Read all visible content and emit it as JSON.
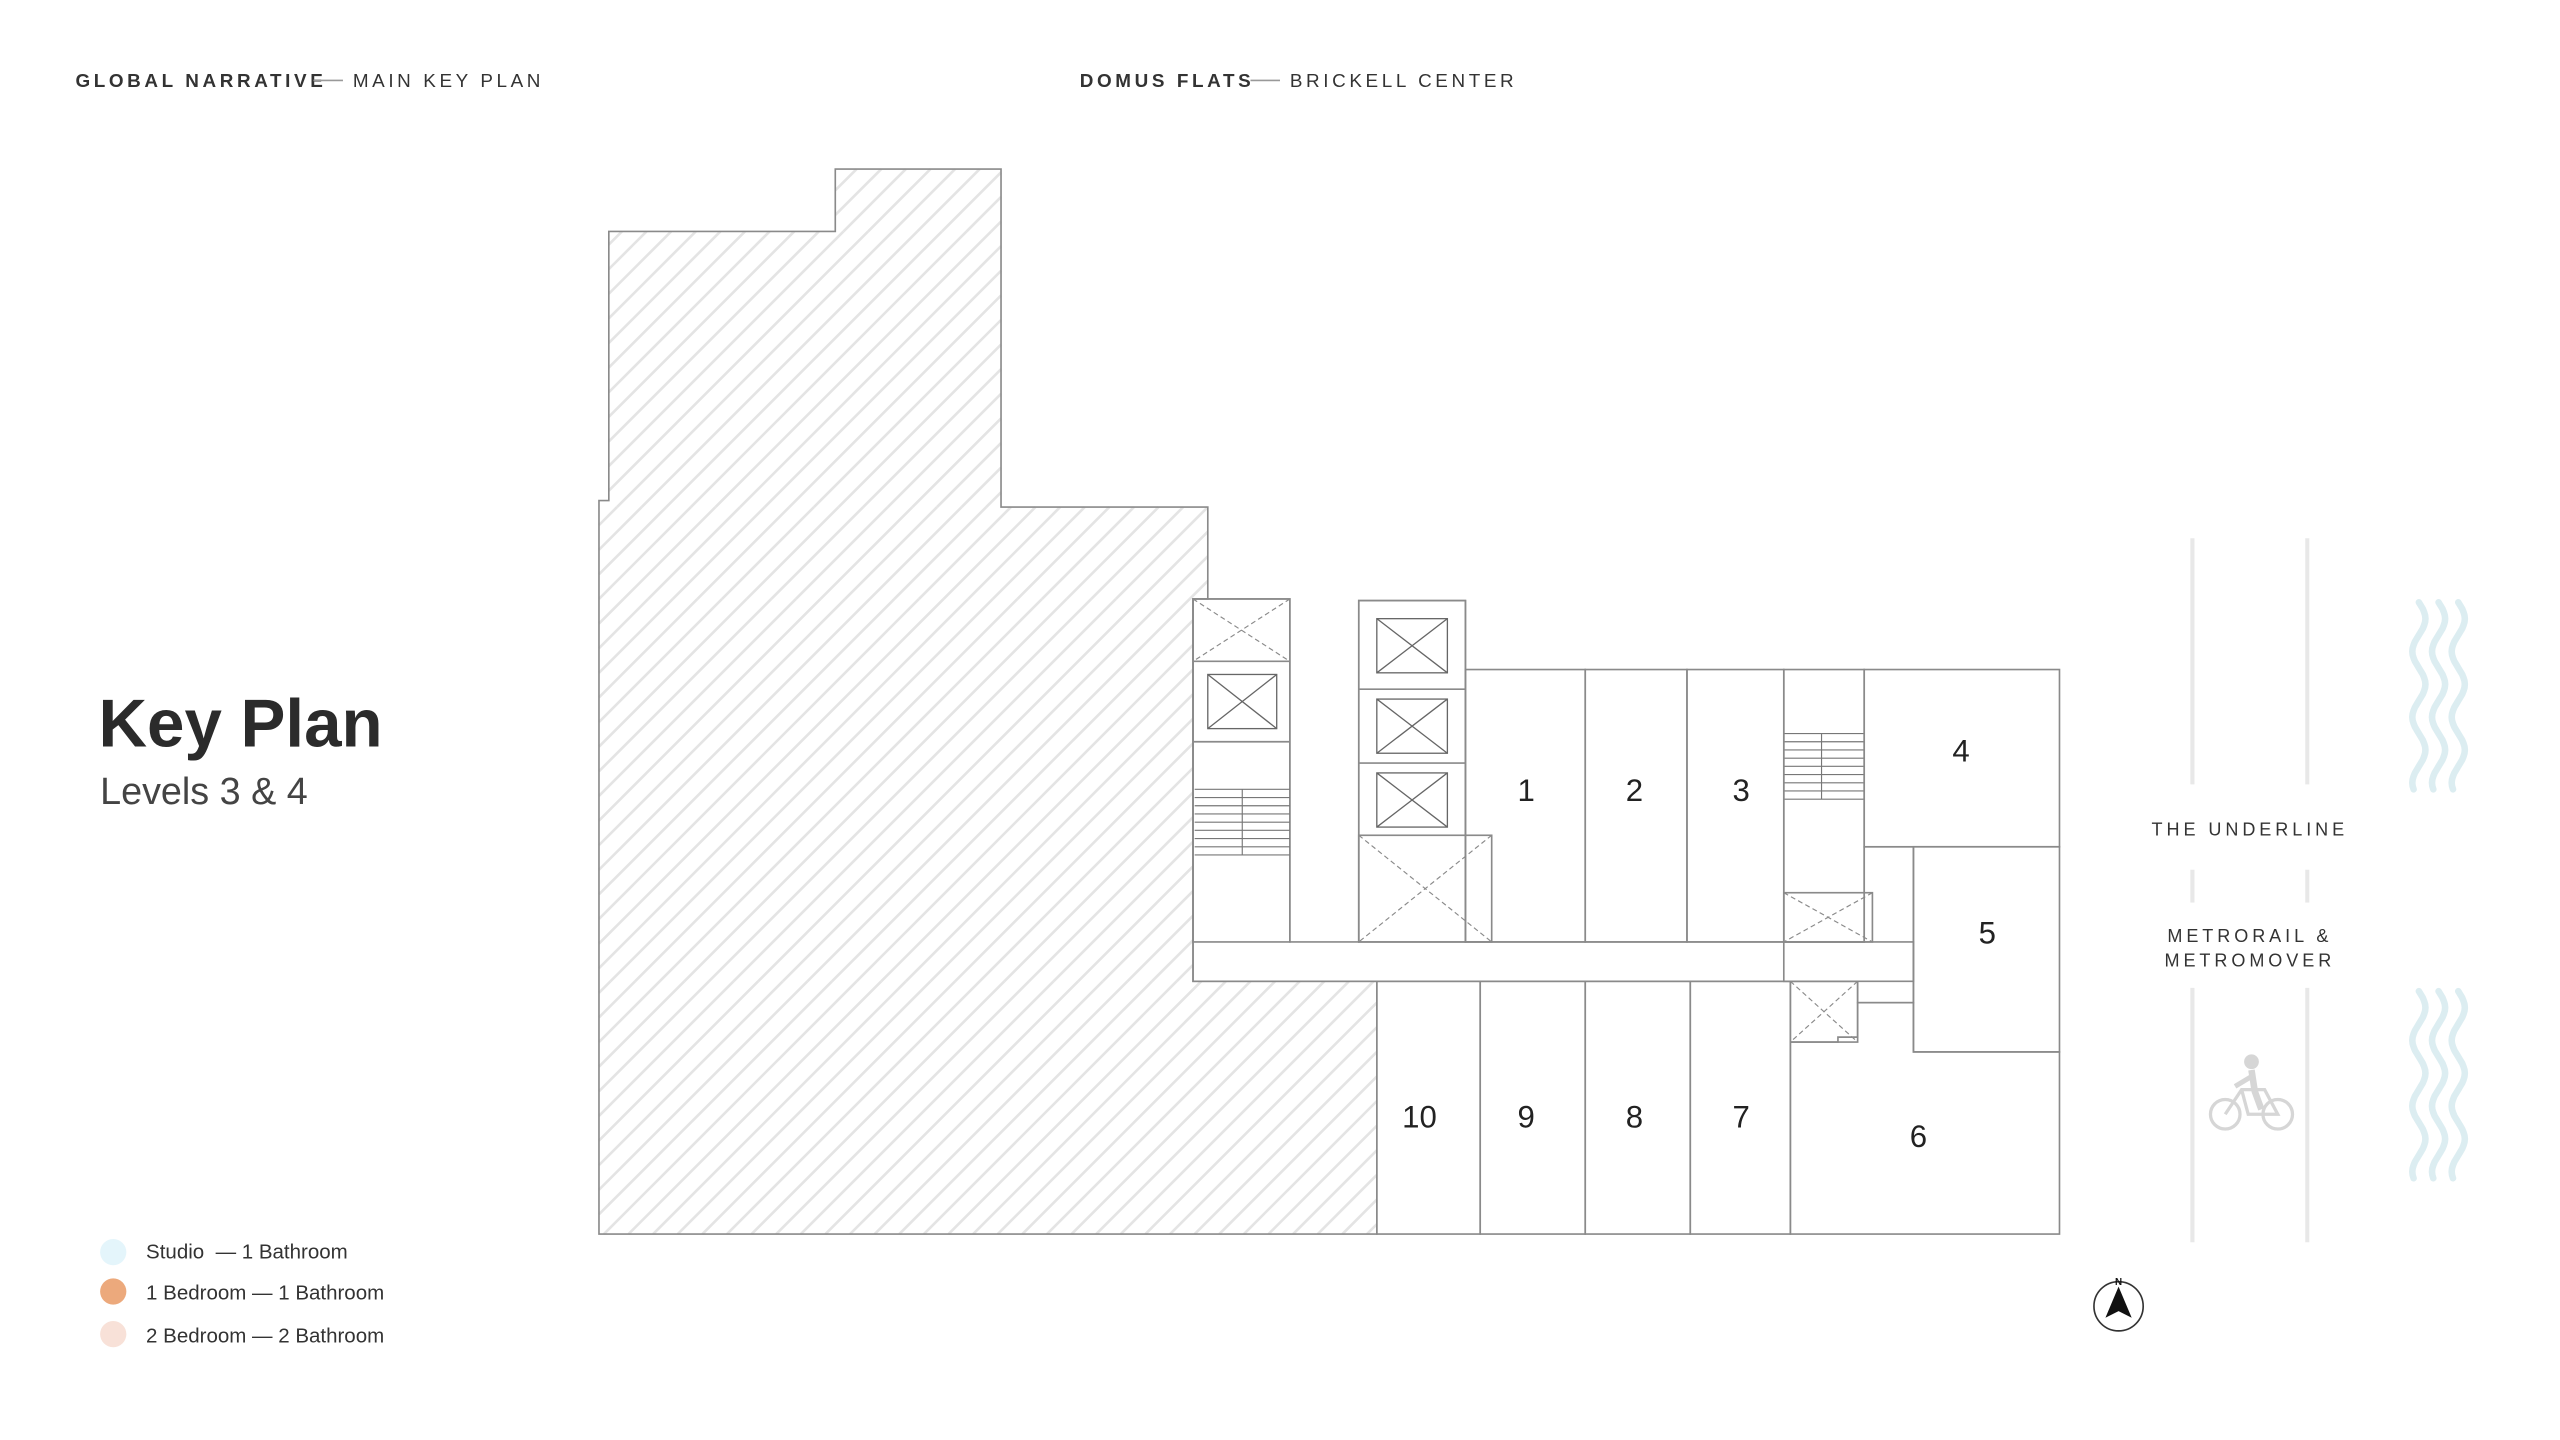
{
  "header": {
    "left_bold": "GLOBAL NARRATIVE",
    "left_light": "MAIN KEY PLAN",
    "center_bold": "DOMUS FLATS",
    "center_light": "BRICKELL CENTER"
  },
  "title": "Key Plan",
  "subtitle": "Levels 3 & 4",
  "legend": [
    {
      "label": "Studio  — 1 Bathroom",
      "color": "#e4f5fb"
    },
    {
      "label": "1 Bedroom — 1 Bathroom",
      "color": "#eca97c"
    },
    {
      "label": "2 Bedroom — 2 Bathroom",
      "color": "#f8e1d8"
    }
  ],
  "units": [
    {
      "label": "1",
      "type": "Studio"
    },
    {
      "label": "2",
      "type": "Studio"
    },
    {
      "label": "3",
      "type": "Studio"
    },
    {
      "label": "4",
      "type": "1 Bedroom"
    },
    {
      "label": "5",
      "type": "1 Bedroom"
    },
    {
      "label": "6",
      "type": "2 Bedroom"
    },
    {
      "label": "7",
      "type": "Studio"
    },
    {
      "label": "8",
      "type": "Studio"
    },
    {
      "label": "9",
      "type": "Studio"
    },
    {
      "label": "10",
      "type": "Studio"
    }
  ],
  "streets": {
    "underline": "THE UNDERLINE",
    "metro_line1": "METRORAIL &",
    "metro_line2": "METROMOVER"
  },
  "compass": {
    "label": "N",
    "icon": "north-arrow-icon"
  }
}
